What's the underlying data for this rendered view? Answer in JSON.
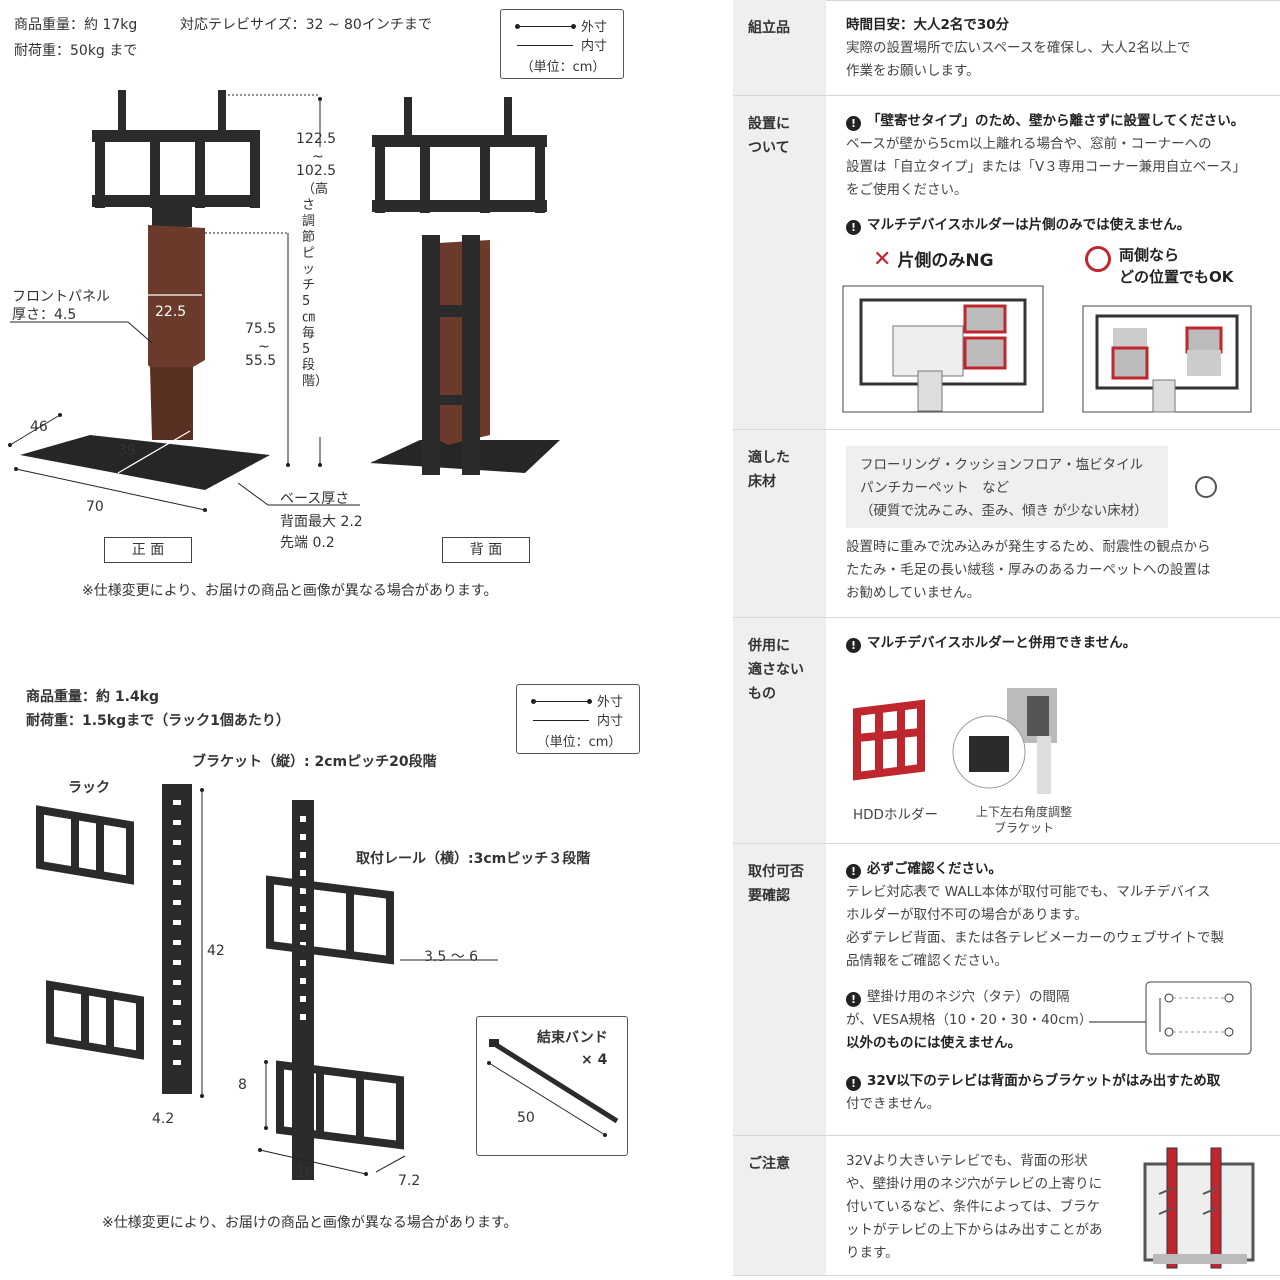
{
  "stand": {
    "weight": "商品重量：約 17kg",
    "tv_size": "対応テレビサイズ：32 ~ 80インチまで",
    "load": "耐荷重：50kg まで",
    "unit_outer": "外寸",
    "unit_inner": "内寸",
    "unit_caption": "（単位：cm）",
    "height_top": "122.5",
    "height_tilde": "~",
    "height_bottom": "102.5",
    "height_note": "（高さ調節ピッチ5㎝毎 5段階）",
    "panel_label": "フロントパネル",
    "panel_thickness": "厚さ：4.5",
    "panel_width": "22.5",
    "mid_top": "75.5",
    "mid_tilde": "~",
    "mid_bottom": "55.5",
    "base_depth": "46",
    "base_inner": "39",
    "base_width": "70",
    "base_thickness_title": "ベース厚さ",
    "base_back": "背面最大 2.2",
    "base_tip": "先端 0.2",
    "view_front": "正 面",
    "view_back": "背 面",
    "notice": "※仕様変更により、お届けの商品と画像が異なる場合があります。"
  },
  "holder": {
    "weight": "商品重量：約 1.4kg",
    "load": "耐荷重：1.5kgまで（ラック1個あたり）",
    "unit_outer": "外寸",
    "unit_inner": "内寸",
    "unit_caption": "（単位：cm）",
    "rack_label": "ラック",
    "bracket_label": "ブラケット（縦）: 2cmピッチ20段階",
    "rail_label": "取付レール（横）:3cmピッチ３段階",
    "dim_42": "42",
    "dim_42b": "4.2",
    "dim_35_6": "3.5 ～ 6",
    "dim_8": "8",
    "dim_16": "16",
    "dim_72": "7.2",
    "band_label": "結束バンド",
    "band_count": "× 4",
    "band_len": "50",
    "notice": "※仕様変更により、お届けの商品と画像が異なる場合があります。"
  },
  "table": {
    "rows": [
      {
        "head": "組立品",
        "lines": [
          "時間目安：大人2名で30分",
          "実際の設置場所で広いスペースを確保し、大人2名以上で",
          "作業をお願いします。"
        ]
      },
      {
        "head": "設置に\nついて",
        "warn1": "「壁寄せタイプ」のため、壁から離さずに設置してください。",
        "lines": [
          "ベースが壁から5cm以上離れる場合や、窓前・コーナーへの",
          "設置は「自立タイプ」または「V３専用コーナー兼用自立ベース」",
          "をご使用ください。"
        ],
        "warn2": "マルチデバイスホルダーは片側のみでは使えません。",
        "ng_label": "片側のみNG",
        "ok_label1": "両側なら",
        "ok_label2": "どの位置でもOK"
      },
      {
        "head": "適した\n床材",
        "floor_lines": [
          "フローリング・クッションフロア・塩ビタイル",
          "パンチカーペット　など",
          "（硬質で沈みこみ、歪み、傾き が少ない床材）"
        ],
        "lines": [
          "設置時に重みで沈み込みが発生するため、耐震性の観点から",
          "たたみ・毛足の長い絨毯・厚みのあるカーペットへの設置は",
          "お勧めしていません。"
        ]
      },
      {
        "head": "併用に\n適さない\nもの",
        "warn1": "マルチデバイスホルダーと併用できません。",
        "item1": "HDDホルダー",
        "item2a": "上下左右角度調整",
        "item2b": "ブラケット"
      },
      {
        "head": "取付可否\n要確認",
        "warn1": "必ずご確認ください。",
        "lines": [
          "テレビ対応表で WALL本体が取付可能でも、マルチデバイス",
          "ホルダーが取付不可の場合があります。",
          "必ずテレビ背面、または各テレビメーカーのウェブサイトで製",
          "品情報をご確認ください。"
        ],
        "vesa_lines": [
          "壁掛け用のネジ穴（タテ）の間隔",
          "が、VESA規格（10・20・30・40cm）",
          "以外のものには使えません。"
        ],
        "v32_lines": [
          "32V以下のテレビは背面からブラケットがはみ出すため取",
          "付できません。"
        ]
      },
      {
        "head": "ご注意",
        "lines": [
          "32Vより大きいテレビでも、背面の形状",
          "や、壁掛け用のネジ穴がテレビの上寄りに",
          "付いているなど、条件によっては、ブラケ",
          "ットがテレビの上下からはみ出すことがあ",
          "ります。"
        ]
      }
    ]
  },
  "colors": {
    "wood": "#6b3a2a",
    "steel": "#2b2b2b",
    "red": "#c0262d",
    "header_bg": "#efefef"
  }
}
